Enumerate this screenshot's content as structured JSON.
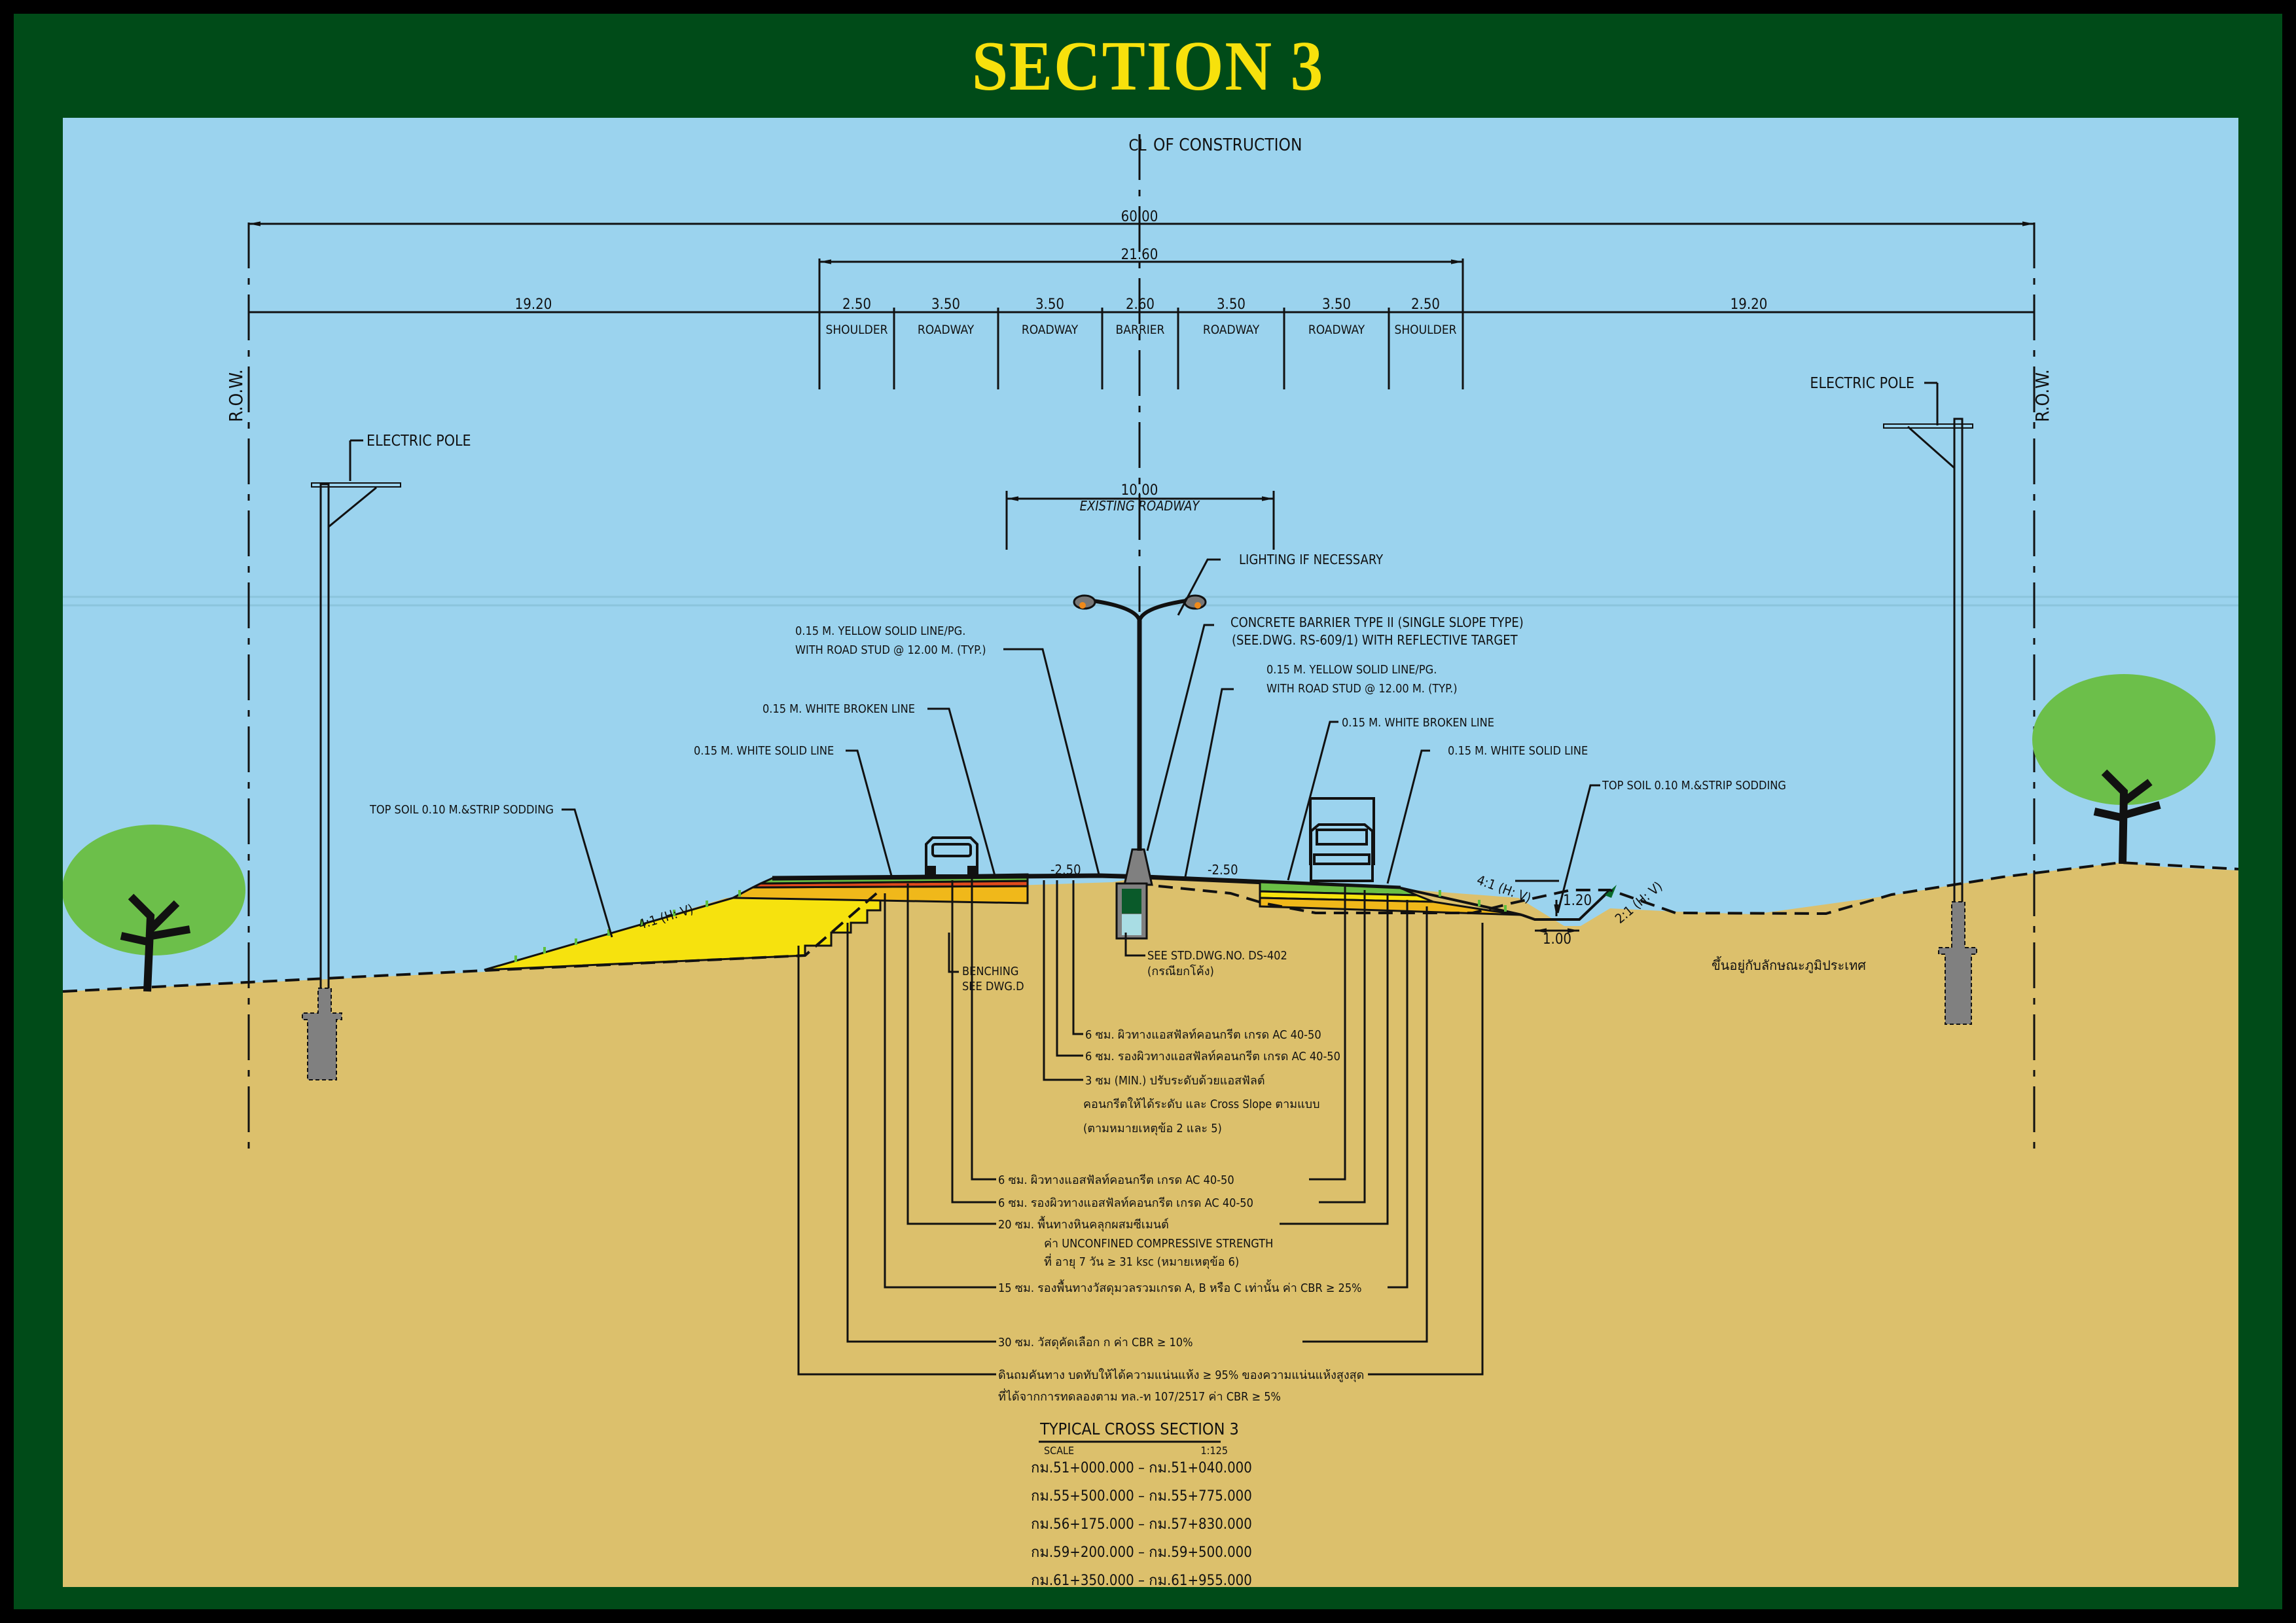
{
  "title": "SECTION 3",
  "colors": {
    "frame": "#004b18",
    "title": "#f7e10c",
    "sky": "#9bd3ee",
    "ground": "#dcc06c",
    "surface_green": "#6abf45",
    "binder_red": "#e04a1c",
    "base_orange": "#f0b81a",
    "fill_yellow": "#f6e20e",
    "tree_green": "#6cbf4a",
    "concrete_grey": "#808080"
  },
  "centerline": {
    "label": "OF CONSTRUCTION",
    "symbol": "CL"
  },
  "dimensions": {
    "total_row": "60.00",
    "pavement": "21.60",
    "left_verge": "19.20",
    "right_verge": "19.20",
    "existing_roadway_width": "10.00",
    "existing_roadway_label": "EXISTING ROADWAY",
    "lanes": [
      {
        "width": "2.50",
        "label": "SHOULDER"
      },
      {
        "width": "3.50",
        "label": "ROADWAY"
      },
      {
        "width": "3.50",
        "label": "ROADWAY"
      },
      {
        "width": "2.60",
        "label": "BARRIER"
      },
      {
        "width": "3.50",
        "label": "ROADWAY"
      },
      {
        "width": "3.50",
        "label": "ROADWAY"
      },
      {
        "width": "2.50",
        "label": "SHOULDER"
      }
    ],
    "cross_slope_left": "-2.50",
    "cross_slope_right": "-2.50",
    "ditch_depth": "1.20",
    "ditch_bottom": "1.00",
    "slope_left": "4:1 (H: V)",
    "slope_right_fill": "4:1 (H: V)",
    "slope_right_ditch": "2:1 (H: V)"
  },
  "labels": {
    "row_left": "R.O.W.",
    "row_right": "R.O.W.",
    "electric_pole_left": "ELECTRIC POLE",
    "electric_pole_right": "ELECTRIC POLE",
    "lighting": "LIGHTING IF NECESSARY",
    "barrier_1": "CONCRETE BARRIER TYPE II (SINGLE SLOPE TYPE)",
    "barrier_2": "(SEE.DWG. RS-609/1) WITH REFLECTIVE TARGET",
    "yellow_left_1": "0.15 M. YELLOW SOLID LINE/PG.",
    "yellow_left_2": "WITH ROAD STUD @ 12.00 M. (TYP.)",
    "yellow_right_1": "0.15 M. YELLOW SOLID LINE/PG.",
    "yellow_right_2": "WITH ROAD STUD @ 12.00 M. (TYP.)",
    "white_broken_left": "0.15 M. WHITE  BROKEN LINE",
    "white_broken_right": "0.15 M. WHITE BROKEN LINE",
    "white_solid_left": "0.15 M. WHITE SOLID LINE",
    "white_solid_right": "0.15 M. WHITE SOLID LINE",
    "topsoil_left": "TOP SOIL 0.10 M.&STRIP SODDING",
    "topsoil_right": "TOP SOIL 0.10 M.&STRIP SODDING",
    "benching_1": "BENCHING",
    "benching_2": "SEE DWG.D",
    "drain_1": "SEE STD.DWG.NO. DS-402",
    "drain_2": "(กรณียกโค้ง)",
    "terrain": "ขึ้นอยู่กับลักษณะภูมิประเทศ"
  },
  "median_layers": [
    "6 ซม. ผิวทางแอสฟัลท์คอนกรีต เกรด AC 40-50",
    "6 ซม. รองผิวทางแอสฟัลท์คอนกรีต เกรด AC 40-50",
    "3 ซม (MIN.) ปรับระดับด้วยแอสฟัลต์",
    "คอนกรีตให้ได้ระดับ และ Cross Slope ตามแบบ",
    "(ตามหมายเหตุข้อ 2 และ 5)"
  ],
  "pavement_layers": [
    "6 ซม. ผิวทางแอสฟัลท์คอนกรีต เกรด AC 40-50",
    "6 ซม. รองผิวทางแอสฟัลท์คอนกรีต เกรด AC 40-50",
    "20 ซม. พื้นทางหินคลุกผสมซีเมนต์",
    "ค่า UNCONFINED COMPRESSIVE STRENGTH",
    "ที่ อายุ 7 วัน ≥ 31 ksc (หมายเหตุข้อ 6)",
    "15 ซม. รองพื้นทางวัสดุมวลรวมเกรด A, B หรือ C เท่านั้น ค่า CBR ≥ 25%",
    "30 ซม. วัสดุคัดเลือก ก ค่า CBR ≥ 10%",
    "ดินถมคันทาง บดทับให้ได้ความแน่นแห้ง ≥ 95% ของความแน่นแห้งสูงสุด",
    "ที่ได้จากการทดลองตาม ทล.-ท 107/2517 ค่า CBR ≥ 5%"
  ],
  "section_info": {
    "title": "TYPICAL CROSS SECTION 3",
    "scale_label": "SCALE",
    "scale_value": "1:125",
    "stations": [
      "กม.51+000.000  –  กม.51+040.000",
      "กม.55+500.000  –  กม.55+775.000",
      "กม.56+175.000  –  กม.57+830.000",
      "กม.59+200.000  –  กม.59+500.000",
      "กม.61+350.000  –  กม.61+955.000"
    ]
  }
}
